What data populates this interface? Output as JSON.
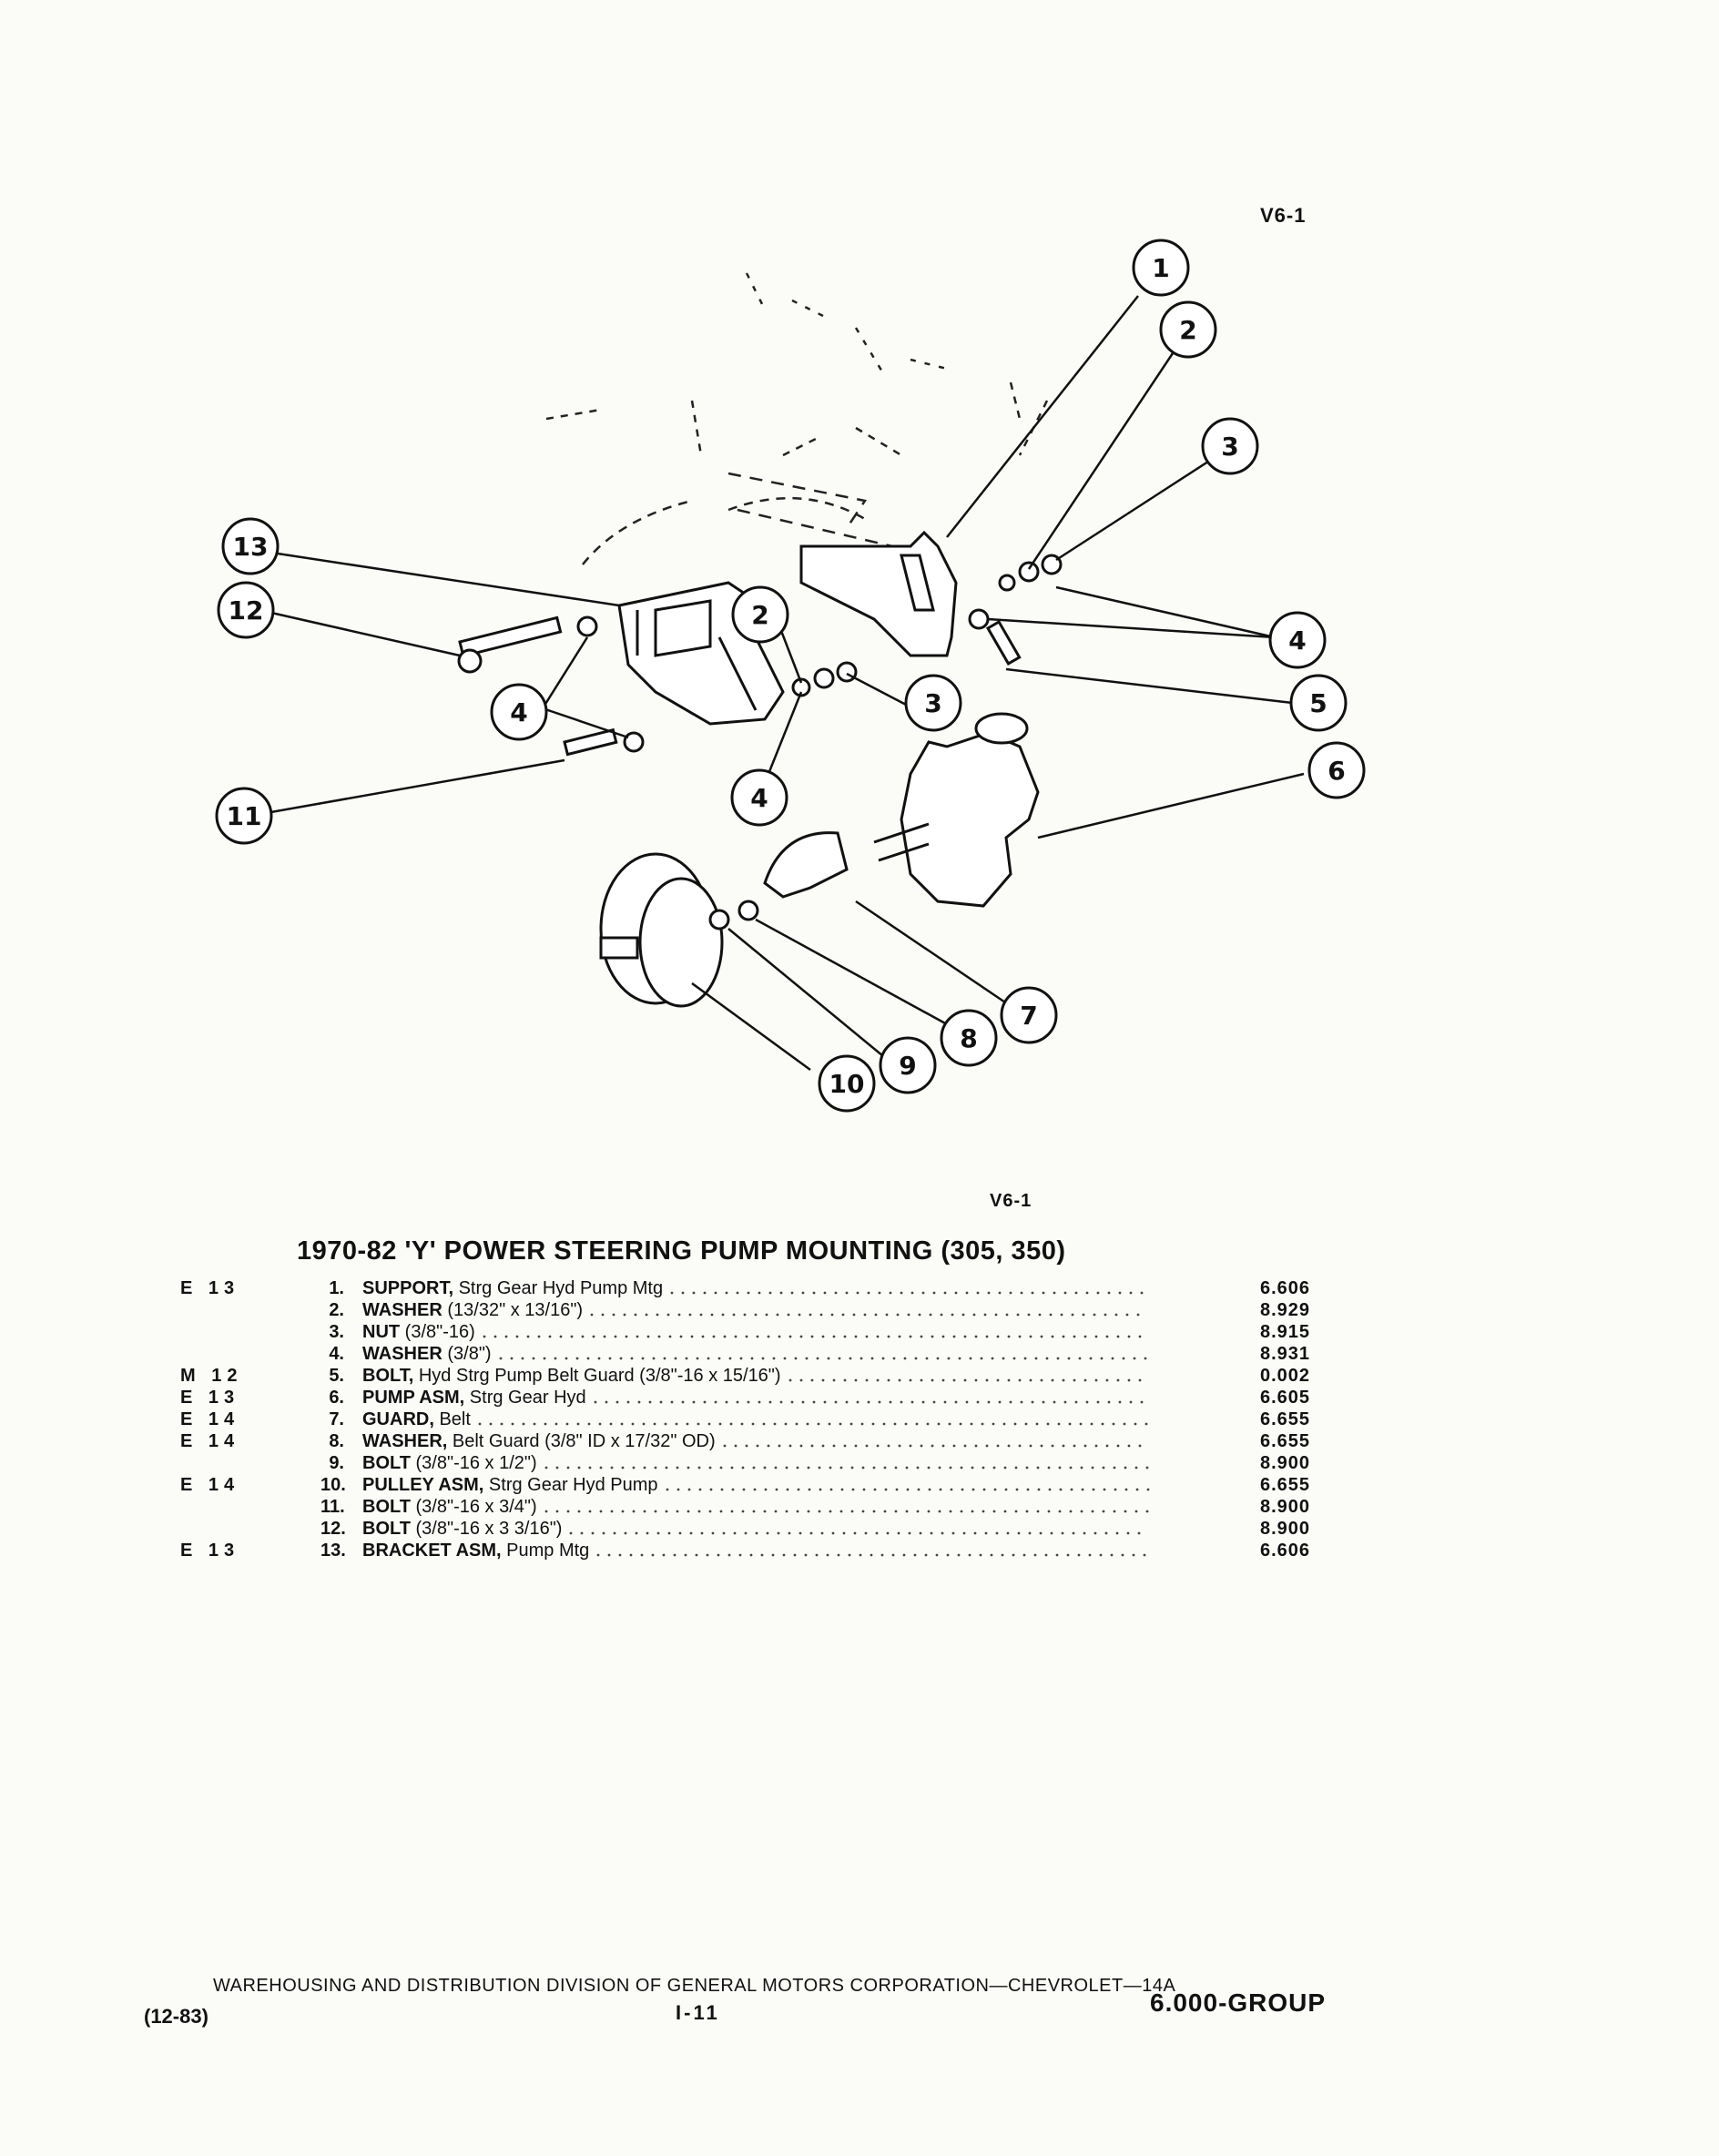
{
  "figure": {
    "tag_top": "V6-1",
    "tag_bottom": "V6-1",
    "callouts": [
      "1",
      "2",
      "3",
      "13",
      "12",
      "2",
      "3",
      "4",
      "4",
      "5",
      "6",
      "4",
      "11",
      "7",
      "8",
      "9",
      "10"
    ]
  },
  "title": "1970-82 'Y' POWER STEERING PUMP MOUNTING (305, 350)",
  "parts": [
    {
      "code": "E 13",
      "num": "1.",
      "name": "SUPPORT,",
      "desc": " Strg Gear Hyd Pump Mtg",
      "value": "6.606"
    },
    {
      "code": "",
      "num": "2.",
      "name": "WASHER",
      "desc": " (13/32\" x 13/16\")",
      "value": "8.929"
    },
    {
      "code": "",
      "num": "3.",
      "name": "NUT",
      "desc": " (3/8\"-16)",
      "value": "8.915"
    },
    {
      "code": "",
      "num": "4.",
      "name": "WASHER",
      "desc": " (3/8\")",
      "value": "8.931"
    },
    {
      "code": "M 12",
      "num": "5.",
      "name": "BOLT,",
      "desc": " Hyd Strg Pump Belt Guard (3/8\"-16 x 15/16\")",
      "value": "0.002"
    },
    {
      "code": "E 13",
      "num": "6.",
      "name": "PUMP ASM,",
      "desc": " Strg Gear Hyd",
      "value": "6.605"
    },
    {
      "code": "E 14",
      "num": "7.",
      "name": "GUARD,",
      "desc": " Belt",
      "value": "6.655"
    },
    {
      "code": "E 14",
      "num": "8.",
      "name": "WASHER,",
      "desc": " Belt Guard (3/8\" ID x 17/32\" OD)",
      "value": "6.655"
    },
    {
      "code": "",
      "num": "9.",
      "name": "BOLT",
      "desc": " (3/8\"-16 x 1/2\")",
      "value": "8.900"
    },
    {
      "code": "E 14",
      "num": "10.",
      "name": "PULLEY ASM,",
      "desc": " Strg Gear Hyd Pump",
      "value": "6.655"
    },
    {
      "code": "",
      "num": "11.",
      "name": "BOLT",
      "desc": " (3/8\"-16 x 3/4\")",
      "value": "8.900"
    },
    {
      "code": "",
      "num": "12.",
      "name": "BOLT",
      "desc": " (3/8\"-16 x 3 3/16\")",
      "value": "8.900"
    },
    {
      "code": "E 13",
      "num": "13.",
      "name": "BRACKET ASM,",
      "desc": " Pump Mtg",
      "value": "6.606"
    }
  ],
  "footer": {
    "line": "WAREHOUSING AND DISTRIBUTION DIVISION OF GENERAL MOTORS CORPORATION—CHEVROLET—14A",
    "date": "(12-83)",
    "page": "I-11",
    "group": "6.000-GROUP"
  }
}
